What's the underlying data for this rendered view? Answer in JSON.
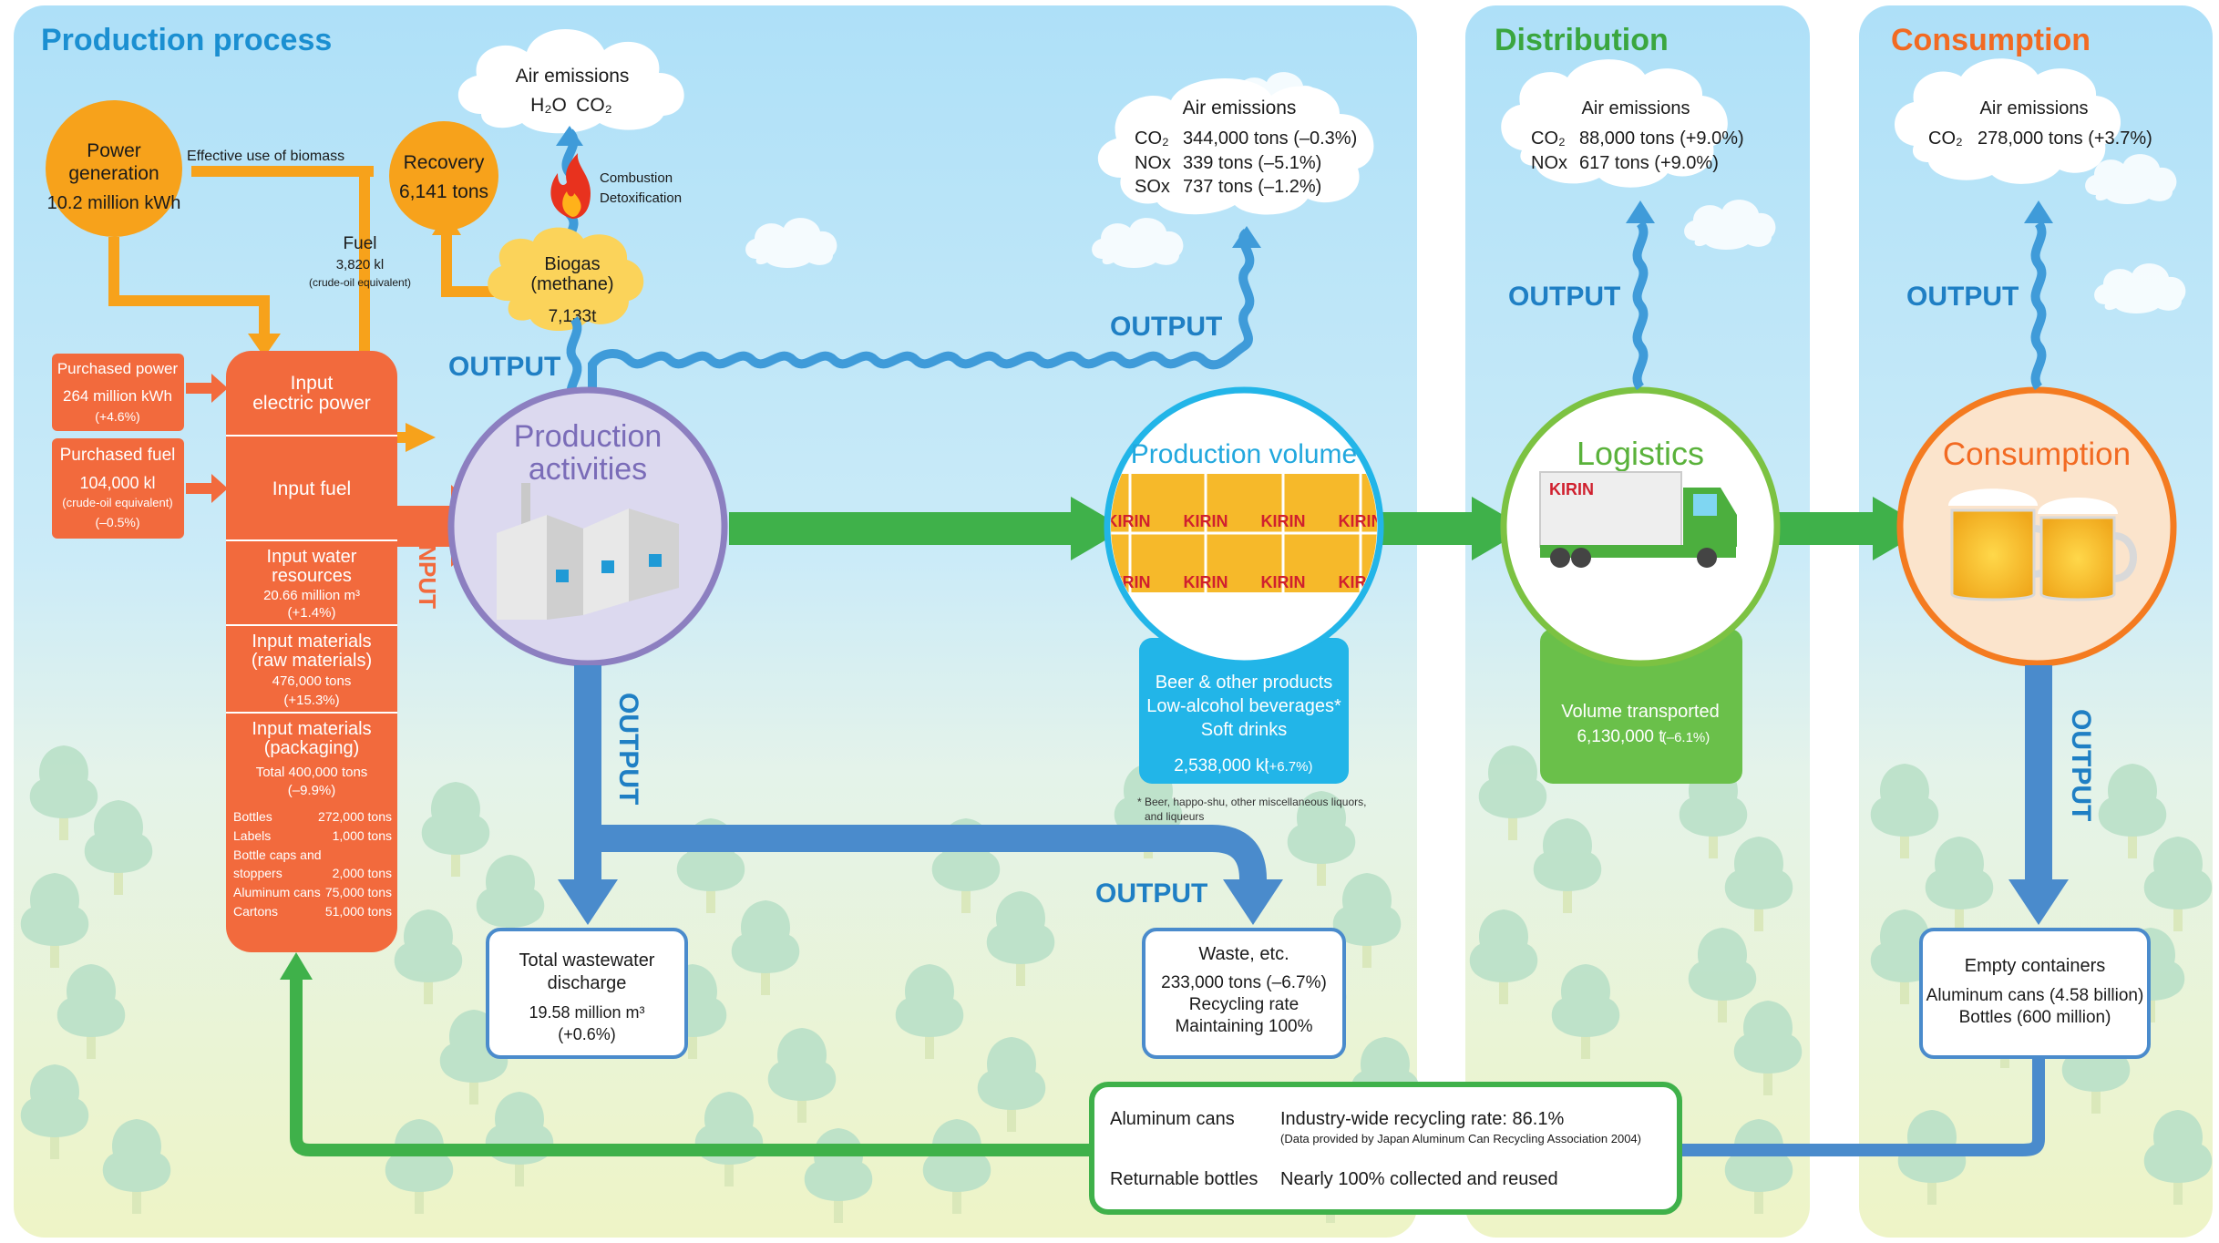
{
  "panels": {
    "production": "Production process",
    "distribution": "Distribution",
    "consumption": "Consumption"
  },
  "power_generation": {
    "line1": "Power",
    "line2": "generation",
    "value": "10.2 million kWh"
  },
  "biomass_label": "Effective use of biomass",
  "recovery": {
    "title": "Recovery",
    "value": "6,141 tons"
  },
  "fuel": {
    "title": "Fuel",
    "value": "3,820 kl",
    "note": "(crude-oil equivalent)"
  },
  "biogas": {
    "line1": "Biogas",
    "line2": "(methane)",
    "value": "7,133t"
  },
  "combustion": {
    "line1": "Combustion",
    "line2": "Detoxification"
  },
  "emissions_top": {
    "title": "Air emissions",
    "h2o": "H₂O",
    "co2": "CO₂"
  },
  "emissions_prod": {
    "title": "Air emissions",
    "rows": [
      {
        "gas": "CO₂",
        "value": "344,000 tons (–0.3%)"
      },
      {
        "gas": "NOx",
        "value": "339 tons (–5.1%)"
      },
      {
        "gas": "SOx",
        "value": "737 tons (–1.2%)"
      }
    ]
  },
  "emissions_dist": {
    "title": "Air emissions",
    "rows": [
      {
        "gas": "CO₂",
        "value": "88,000 tons (+9.0%)"
      },
      {
        "gas": "NOx",
        "value": "617 tons (+9.0%)"
      }
    ]
  },
  "emissions_cons": {
    "title": "Air emissions",
    "rows": [
      {
        "gas": "CO₂",
        "value": "278,000 tons (+3.7%)"
      }
    ]
  },
  "output_label": "OUTPUT",
  "input_label": "INPUT",
  "purchased_power": {
    "title": "Purchased power",
    "value": "264 million kWh",
    "change": "(+4.6%)"
  },
  "purchased_fuel": {
    "title": "Purchased fuel",
    "value": "104,000 kl",
    "note": "(crude-oil equivalent)",
    "change": "(–0.5%)"
  },
  "input_power": {
    "line1": "Input",
    "line2": "electric power"
  },
  "input_fuel": "Input fuel",
  "input_water": {
    "line1": "Input water",
    "line2": "resources",
    "value": "20.66 million m³",
    "change": "(+1.4%)"
  },
  "input_raw": {
    "line1": "Input materials",
    "line2": "(raw materials)",
    "value": "476,000 tons",
    "change": "(+15.3%)"
  },
  "input_pack": {
    "line1": "Input materials",
    "line2": "(packaging)",
    "total": "Total   400,000 tons",
    "change": "(–9.9%)",
    "items": [
      {
        "name": "Bottles",
        "value": "272,000 tons"
      },
      {
        "name": "Labels",
        "value": "1,000 tons"
      },
      {
        "name": "Bottle caps and",
        "value": ""
      },
      {
        "name": "stoppers",
        "value": "2,000 tons"
      },
      {
        "name": "Aluminum cans",
        "value": "75,000 tons"
      },
      {
        "name": "Cartons",
        "value": "51,000 tons"
      }
    ]
  },
  "production_activities": {
    "line1": "Production",
    "line2": "activities"
  },
  "production_volume": {
    "title": "Production volume",
    "brand": "KIRIN",
    "products": [
      "Beer & other products",
      "Low-alcohol beverages*",
      "Soft drinks"
    ],
    "volume": "2,538,000 kl",
    "change": "(+6.7%)",
    "footnote1": "* Beer, happo-shu, other miscellaneous liquors,",
    "footnote2": "and liqueurs"
  },
  "logistics": {
    "title": "Logistics",
    "brand": "KIRIN",
    "label": "Volume transported",
    "value": "6,130,000 t",
    "change": "(–6.1%)"
  },
  "consumption_node": "Consumption",
  "wastewater": {
    "line1": "Total wastewater",
    "line2": "discharge",
    "value": "19.58 million m³",
    "change": "(+0.6%)"
  },
  "waste": {
    "title": "Waste, etc.",
    "value": "233,000 tons (–6.7%)",
    "line2": "Recycling rate",
    "line3": "Maintaining 100%"
  },
  "empty_containers": {
    "title": "Empty containers",
    "cans": "Aluminum cans (4.58 billion)",
    "bottles": "Bottles (600 million)"
  },
  "recycling": {
    "cans_label": "Aluminum cans",
    "cans_value": "Industry-wide recycling rate: 86.1%",
    "cans_note": "(Data provided by Japan Aluminum Can Recycling Association 2004)",
    "bottles_label": "Returnable bottles",
    "bottles_value": "Nearly 100% collected and reused"
  },
  "colors": {
    "sky": "#bfe3f7",
    "grass": "#eaf2c8",
    "orange": "#f7a21b",
    "red_orange": "#f26a3d",
    "green": "#3fb14a",
    "blue": "#4a8bcc",
    "wave_blue": "#3f9bd9",
    "purple": "#8c7fc0",
    "cyan": "#22b5e8",
    "light_green": "#7cc242",
    "consumption_orange": "#f47b20"
  }
}
